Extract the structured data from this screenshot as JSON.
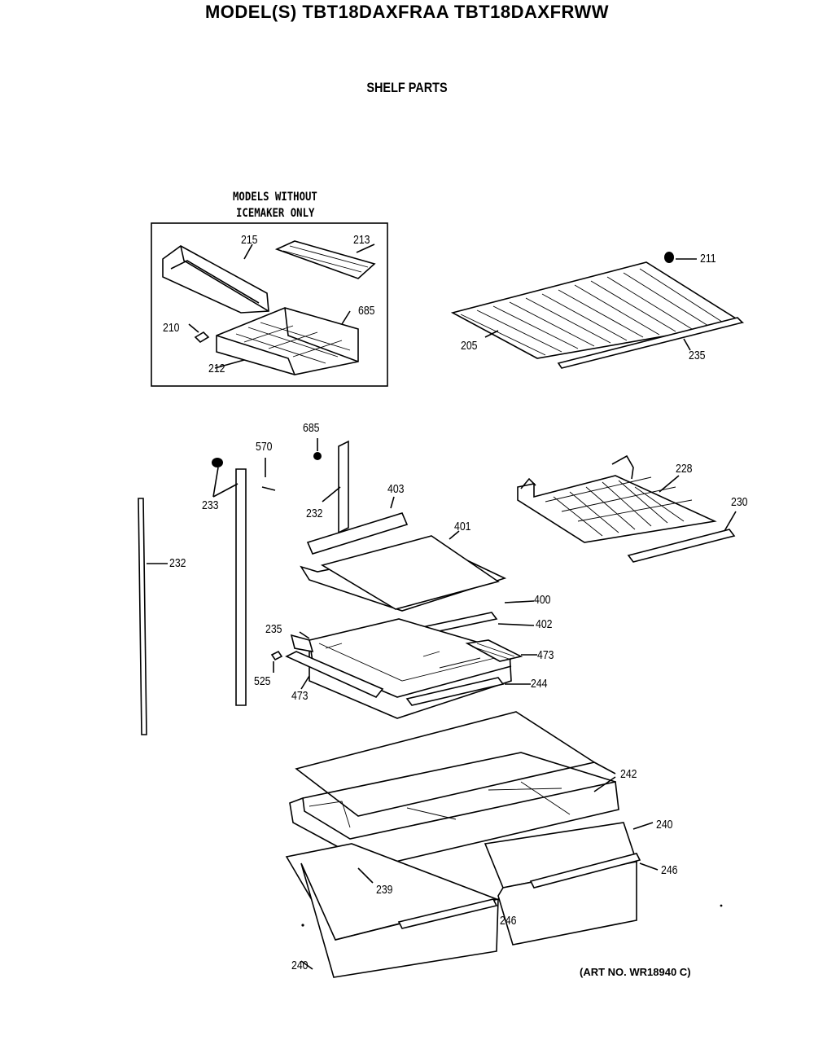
{
  "header": {
    "title": "MODEL(S) TBT18DAXFRAA  TBT18DAXFRWW",
    "subtitle": "SHELF PARTS"
  },
  "inset_note": {
    "line1": "MODELS WITHOUT",
    "line2": "ICEMAKER ONLY"
  },
  "callouts": {
    "c215": "215",
    "c213": "213",
    "c210": "210",
    "c685a": "685",
    "c212": "212",
    "c211": "211",
    "c205": "205",
    "c235a": "235",
    "c685b": "685",
    "c570": "570",
    "c233": "233",
    "c232a": "232",
    "c403": "403",
    "c232b": "232",
    "c401": "401",
    "c228": "228",
    "c230": "230",
    "c400": "400",
    "c402": "402",
    "c235b": "235",
    "c473a": "473",
    "c525": "525",
    "c473b": "473",
    "c244": "244",
    "c242": "242",
    "c240a": "240",
    "c246a": "246",
    "c239": "239",
    "c246b": "246",
    "c240b": "240"
  },
  "footer": {
    "art_no": "(ART NO. WR18940 C)"
  }
}
